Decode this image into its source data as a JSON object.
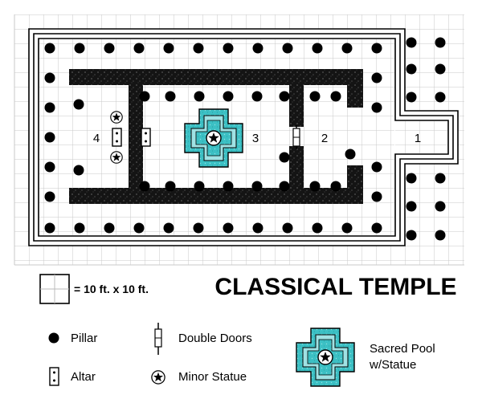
{
  "title": "CLASSICAL TEMPLE",
  "rooms": [
    "1",
    "2",
    "3",
    "4"
  ],
  "legend": {
    "scale": "= 10 ft. x 10 ft.",
    "pillar": "Pillar",
    "double_doors": "Double Doors",
    "altar": "Altar",
    "minor_statue": "Minor Statue",
    "sacred_pool_line1": "Sacred Pool",
    "sacred_pool_line2": "w/Statue"
  },
  "icons": {
    "pillar": "pillar-icon",
    "double_doors": "double-doors-icon",
    "altar": "altar-icon",
    "minor_statue": "minor-statue-icon",
    "sacred_pool": "sacred-pool-icon"
  },
  "colors": {
    "grid": "#c8c8c8",
    "wall": "#141414",
    "pool": "#3cc0c4",
    "pool_inner": "#9fe2e4",
    "ink": "#000000"
  }
}
